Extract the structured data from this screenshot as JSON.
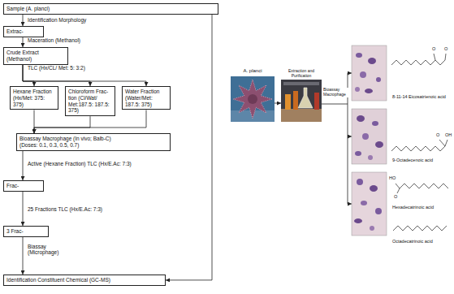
{
  "diagram": {
    "nodes": [
      {
        "text": [
          "Sample (A. planci)"
        ]
      },
      {
        "text": [
          "Extrac-"
        ]
      },
      {
        "text": [
          "Crude Extract (Methanol)"
        ]
      },
      {
        "text": [
          "Hexane Fraction (Hx/Met: 375: 375)"
        ]
      },
      {
        "text": [
          "Chloroform Frac- tion (Cl/Wat/ Met:187.5: 187.5: 375)"
        ]
      },
      {
        "text": [
          "Water Fraction (Water/Met: 187.5: 375)"
        ]
      },
      {
        "text": [
          "Bioassay Macrophage (In vivo; Balb-C)",
          "(Doses: 0.1, 0.3, 0.5, 0.7)"
        ]
      },
      {
        "text": [
          "Frac-"
        ]
      },
      {
        "text": [
          "3 Frac-"
        ]
      },
      {
        "text": [
          "Identification Constituent Chemical (GC-MS)"
        ]
      },
      {
        "text": [
          "A. planci"
        ]
      },
      {
        "text": [
          "Extraction and Purification"
        ]
      }
    ],
    "edges": [
      {
        "from": 0,
        "to": 1,
        "arrow": "to",
        "label": "Identification Morphology"
      },
      {
        "from": 1,
        "to": 2,
        "arrow": "to",
        "label": "Maceration (Methanol)"
      },
      {
        "from": 2,
        "to": 3,
        "arrow": "to",
        "label": "TLC (Hx/CL/ Met: 5: 3:2)"
      },
      {
        "from": 2,
        "to": 4,
        "arrow": "to"
      },
      {
        "from": 2,
        "to": 5,
        "arrow": "to"
      },
      {
        "from": 3,
        "to": 6,
        "arrow": "to"
      },
      {
        "from": 4,
        "to": 6,
        "arrow": "to"
      },
      {
        "from": 5,
        "to": 6,
        "arrow": "to"
      },
      {
        "from": 6,
        "to": 7,
        "arrow": "to",
        "label": "Active (Hexane Fraction) TLC (Hx/E.Ac: 7:3)"
      },
      {
        "from": 7,
        "to": 8,
        "arrow": "to",
        "label": "25 Fractions TLC (Hx/E.Ac: 7:3)"
      },
      {
        "from": 8,
        "to": 9,
        "arrow": "to",
        "label": "Biassay (Microphage)"
      },
      {
        "from": 0,
        "to": 9,
        "arrow": "to"
      },
      {
        "from": 10,
        "to": 11,
        "arrow": "to"
      }
    ],
    "labels": [
      "Bioassay Macrophage",
      "8-11-14 Eicosatrienoic acid",
      "9-Octadecenoic acid",
      "Hexadecatrinoic acid",
      "Octadecatrinoic acid",
      "O",
      "O",
      "O",
      "OH",
      "HO",
      "O"
    ]
  }
}
